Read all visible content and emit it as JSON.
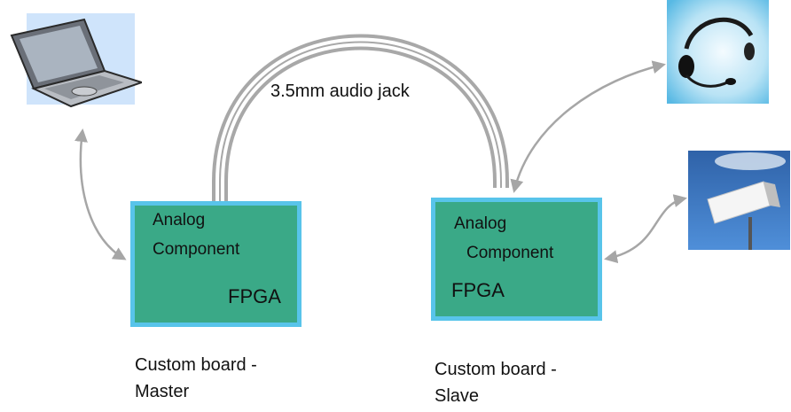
{
  "cable": {
    "label": "3.5mm audio jack"
  },
  "master": {
    "line1": "Analog",
    "line2": "Component",
    "fpga": "FPGA",
    "caption_line1": "Custom board -",
    "caption_line2": "Master"
  },
  "slave": {
    "line1": "Analog",
    "line2": "Component",
    "fpga": "FPGA",
    "caption_line1": "Custom board -",
    "caption_line2": "Slave"
  },
  "icons": {
    "laptop": "laptop-icon",
    "headset": "headset-icon",
    "antenna": "antenna-icon"
  },
  "colors": {
    "board_fill": "#3aa987",
    "board_border": "#58c4ea",
    "arrow": "#a6a6a6",
    "cable": "#b0b0b0"
  }
}
